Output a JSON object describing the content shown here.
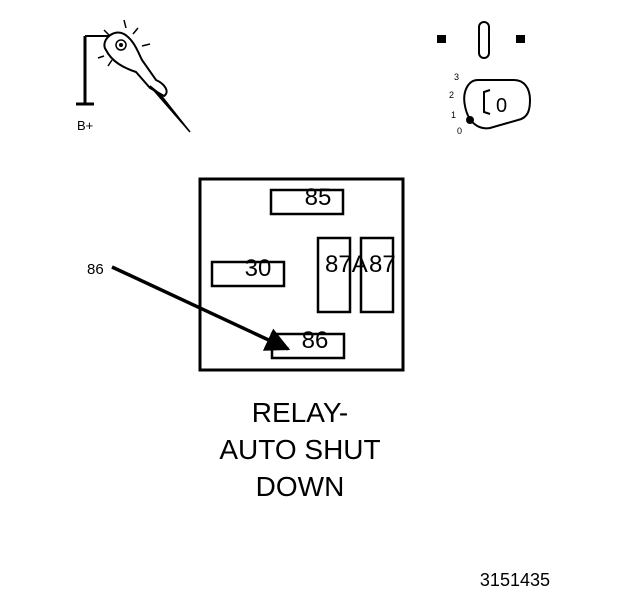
{
  "probe": {
    "battery_label": "B+"
  },
  "ignition": {
    "positions": [
      "3",
      "2",
      "1",
      "0"
    ],
    "key_label": "0"
  },
  "relay": {
    "terminals": {
      "t85": "85",
      "t30": "30",
      "t87a": "87A",
      "t87": "87",
      "t86": "86"
    },
    "pointer_label": "86",
    "caption": [
      "RELAY-",
      "AUTO SHUT",
      "DOWN"
    ]
  },
  "figure_number": "3151435"
}
